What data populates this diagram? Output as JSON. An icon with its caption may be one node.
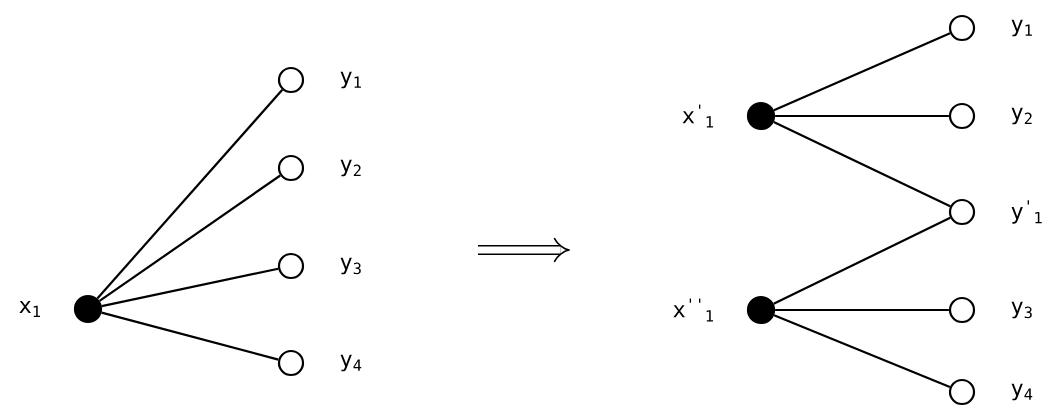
{
  "diagram": {
    "nodes": [
      {
        "text": [],
        "shape": "dot",
        "beside": [
          "x$_{1}$"
        ]
      },
      {
        "text": [],
        "shape": "circle",
        "beside": [
          "y$_{1}$"
        ]
      },
      {
        "text": [],
        "shape": "circle",
        "beside": [
          "y$_{2}$"
        ]
      },
      {
        "text": [],
        "shape": "circle",
        "beside": [
          "y$_{3}$"
        ]
      },
      {
        "text": [],
        "shape": "circle",
        "beside": [
          "y$_{4}$"
        ]
      },
      {
        "text": [],
        "shape": "dot",
        "beside": [
          "x$^{'}$$_{1}$"
        ]
      },
      {
        "text": [],
        "shape": "dot",
        "beside": [
          "x$^{''}$$_{1}$"
        ]
      },
      {
        "text": [],
        "shape": "circle",
        "beside": [
          "y$_{1}$"
        ]
      },
      {
        "text": [],
        "shape": "circle",
        "beside": [
          "y$_{2}$"
        ]
      },
      {
        "text": [],
        "shape": "circle",
        "beside": [
          "y$^{'}$$_{1}$"
        ]
      },
      {
        "text": [],
        "shape": "circle",
        "beside": [
          "y$_{3}$"
        ]
      },
      {
        "text": [],
        "shape": "circle",
        "beside": [
          "y$_{4}$"
        ]
      }
    ],
    "edges": [
      {
        "from": 0,
        "to": 1,
        "arrow": "none"
      },
      {
        "from": 0,
        "to": 2,
        "arrow": "none"
      },
      {
        "from": 0,
        "to": 3,
        "arrow": "none"
      },
      {
        "from": 0,
        "to": 4,
        "arrow": "none"
      },
      {
        "from": 5,
        "to": 7,
        "arrow": "none"
      },
      {
        "from": 5,
        "to": 8,
        "arrow": "none"
      },
      {
        "from": 5,
        "to": 9,
        "arrow": "none"
      },
      {
        "from": 6,
        "to": 9,
        "arrow": "none"
      },
      {
        "from": 6,
        "to": 10,
        "arrow": "none"
      },
      {
        "from": 6,
        "to": 11,
        "arrow": "none"
      }
    ]
  }
}
